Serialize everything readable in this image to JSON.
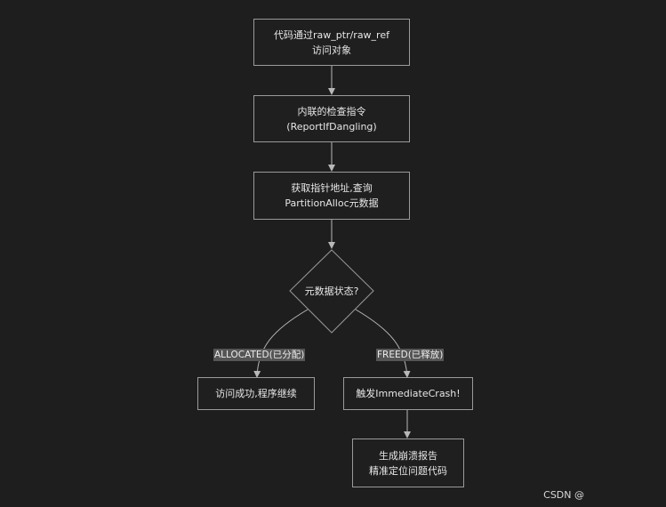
{
  "nodes": {
    "access": {
      "line1": "代码通过raw_ptr/raw_ref",
      "line2": "访问对象"
    },
    "inline_check": {
      "line1": "内联的检查指令",
      "line2": "(ReportIfDangling)"
    },
    "get_address": {
      "line1": "获取指针地址,查询",
      "line2": "PartitionAlloc元数据"
    },
    "decision": {
      "label": "元数据状态?"
    },
    "continue": {
      "label": "访问成功,程序继续"
    },
    "crash": {
      "label": "触发ImmediateCrash!"
    },
    "report": {
      "line1": "生成崩溃报告",
      "line2": "精准定位问题代码"
    }
  },
  "edges": {
    "allocated_label": "ALLOCATED(已分配)",
    "freed_label": "FREED(已释放)"
  },
  "watermark": "CSDN @",
  "colors": {
    "background": "#1e1e1e",
    "node_fill": "#1f1f1f",
    "node_border": "#9a9a9a",
    "edge_stroke": "#b8b8b8",
    "edge_label_bg": "#555555",
    "text": "#e6e6e6"
  }
}
